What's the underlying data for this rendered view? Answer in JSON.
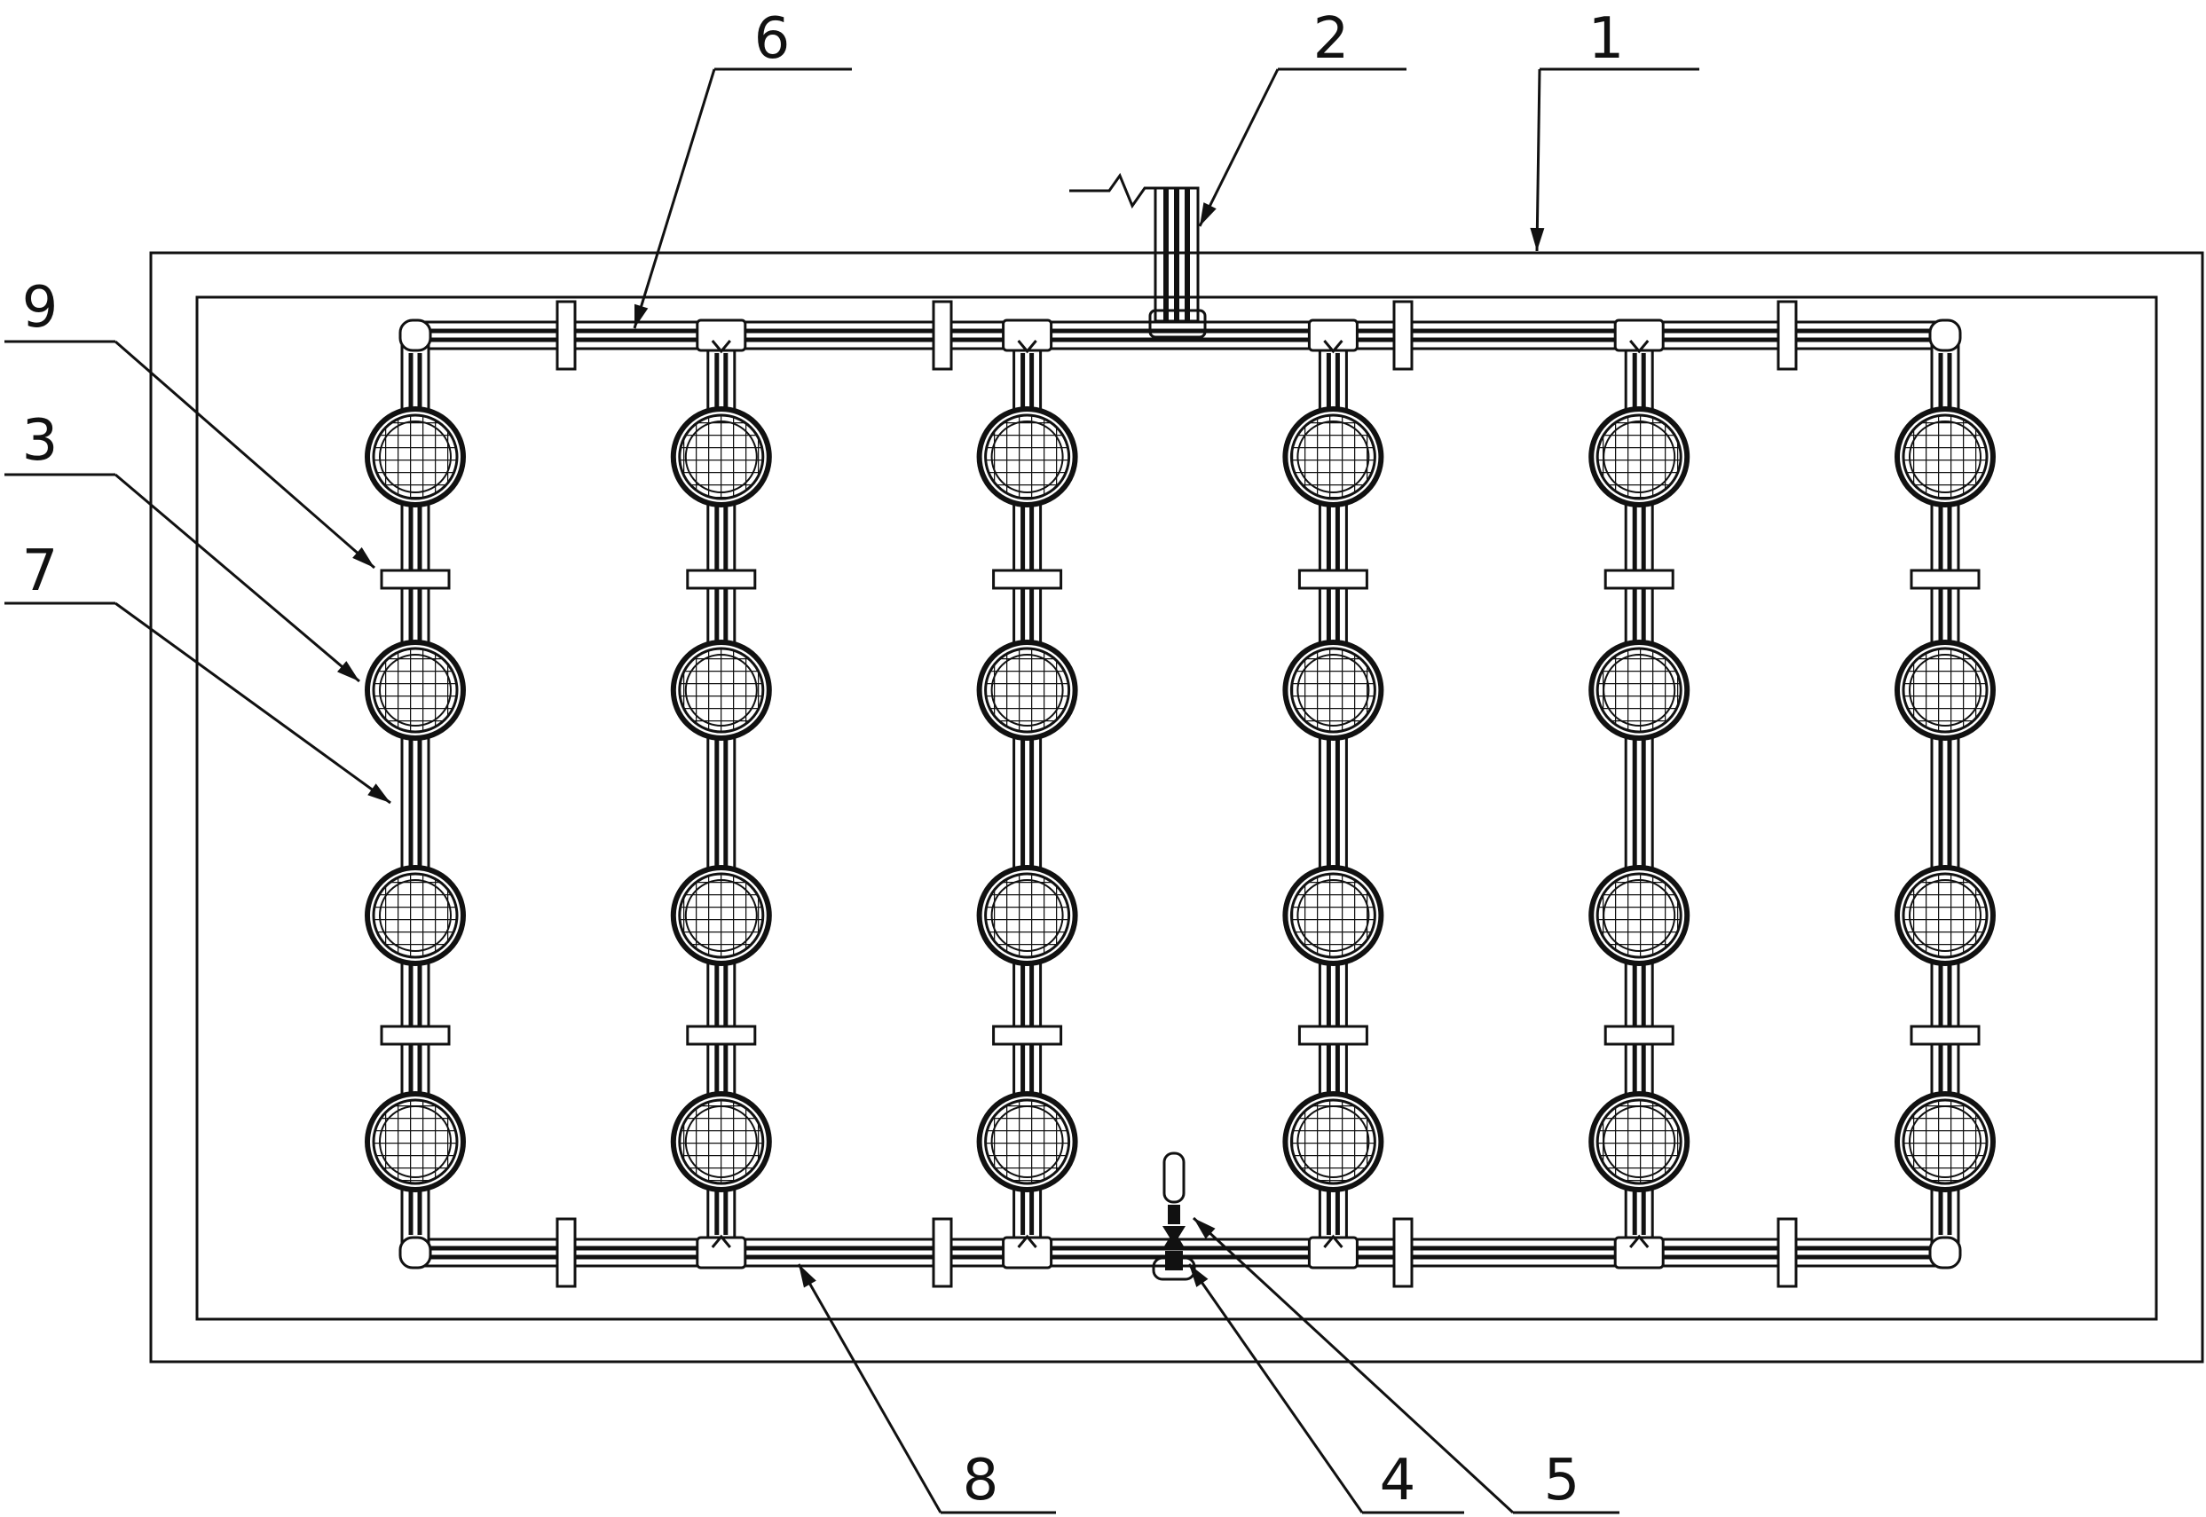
{
  "figure": {
    "callouts": [
      {
        "id": "1",
        "text": "1",
        "part": "outer-tank"
      },
      {
        "id": "2",
        "text": "2",
        "part": "inlet-pipe"
      },
      {
        "id": "3",
        "text": "3",
        "part": "diffuser-disc"
      },
      {
        "id": "4",
        "text": "4",
        "part": "drain-fitting"
      },
      {
        "id": "5",
        "text": "5",
        "part": "drain-valve"
      },
      {
        "id": "6",
        "text": "6",
        "part": "top-header-pipe"
      },
      {
        "id": "7",
        "text": "7",
        "part": "branch-pipe"
      },
      {
        "id": "8",
        "text": "8",
        "part": "bottom-header-pipe"
      },
      {
        "id": "9",
        "text": "9",
        "part": "pipe-clamp"
      }
    ],
    "branch_count": 6,
    "diffusers_per_branch": 4,
    "colors": {
      "ink": "#111111",
      "background": "#ffffff"
    }
  }
}
